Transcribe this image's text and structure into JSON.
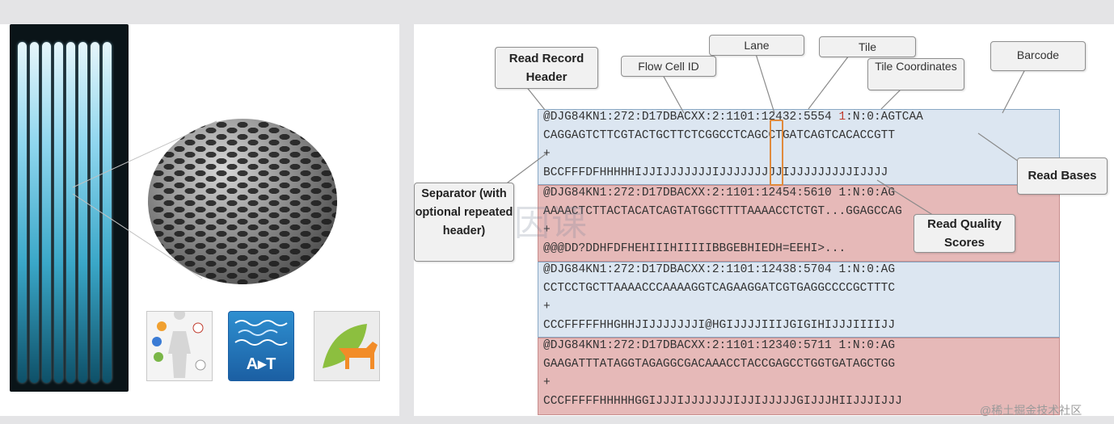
{
  "fastq": {
    "records": [
      {
        "color": "blue",
        "header_pre": "@DJG84KN1:272:D17DBACXX:2:1101:12432:5554 ",
        "header_digit": "1",
        "header_post": ":N:0:AGTCAA",
        "sequence": "CAGGAGTCTTCGTACTGCTTCTCGGCCTCAGCCTGATCAGTCACACCGTT",
        "separator": "+",
        "quality": "BCCFFFDFHHHHHIJJIJJJJJJJIJJJJJJJJJIJJJJJJJJJIJJJJ"
      },
      {
        "color": "red",
        "header_pre": "@DJG84KN1:272:D17DBACXX:2:1101:12454:5610 1:N:0:AG",
        "header_digit": "",
        "header_post": "",
        "sequence": "AAAACTCTTACTACATCAGTATGGCTTTTAAAACCTCTGT...GGAGCCAG",
        "separator": "+",
        "quality": "@@@DD?DDHFDFHEHIIIHIIIIIBBGEBHIEDH=EEHI>..."
      },
      {
        "color": "blue",
        "header_pre": "@DJG84KN1:272:D17DBACXX:2:1101:12438:5704 1:N:0:AG",
        "header_digit": "",
        "header_post": "",
        "sequence": "CCTCCTGCTTAAAACCCAAAAGGTCAGAAGGATCGTGAGGCCCCGCTTTC",
        "separator": "+",
        "quality": "CCCFFFFFHHGHHJIJJJJJJJI@HGIJJJJIIIJGIGIHIJJJIIIIJJ"
      },
      {
        "color": "red",
        "header_pre": "@DJG84KN1:272:D17DBACXX:2:1101:12340:5711 1:N:0:AG",
        "header_digit": "",
        "header_post": "",
        "sequence": "GAAGATTTATAGGTAGAGGCGACAAACCTACCGAGCCTGGTGATAGCTGG",
        "separator": "+",
        "quality": "CCCFFFFFHHHHHGGIJJJIJJJJJJJIJJIJJJJJGIJJJHIIJJJIJJJ"
      }
    ]
  },
  "callouts": {
    "read_record_header": "Read Record Header",
    "flow_cell_id": "Flow Cell ID",
    "lane": "Lane",
    "tile": "Tile",
    "tile_coordinates": "Tile Coordinates",
    "barcode": "Barcode",
    "read_bases": "Read Bases",
    "separator": "Separator (with optional repeated header)",
    "read_quality_scores": "Read Quality Scores"
  },
  "icons": {
    "icon_1": "human-anatomy-icon",
    "icon_2": "dna-sequencing-icon",
    "icon_2_label": "A▸T",
    "icon_3": "leaf-animal-icon"
  },
  "watermark": {
    "cn": "基因课",
    "footer": "@稀土掘金技术社区"
  },
  "colors": {
    "record_blue": "#dce6f1",
    "record_red": "#e6b9b8",
    "lane_highlight": "#e08a3c",
    "barcode_digit": "#c0392b"
  }
}
